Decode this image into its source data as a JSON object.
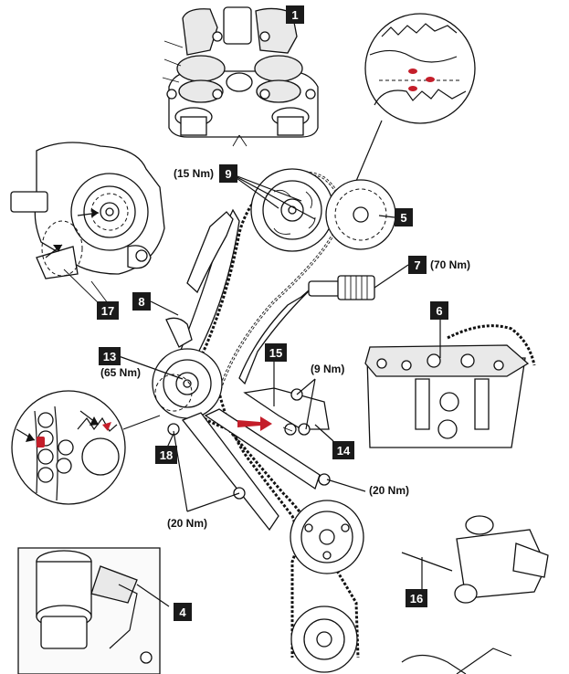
{
  "callouts": {
    "c1": "1",
    "c4": "4",
    "c5": "5",
    "c6": "6",
    "c7": "7",
    "c8": "8",
    "c9": "9",
    "c13": "13",
    "c14": "14",
    "c15": "15",
    "c16": "16",
    "c17": "17",
    "c18": "18"
  },
  "torques": {
    "t9": "(15 Nm)",
    "t7": "(70 Nm)",
    "t13": "(65 Nm)",
    "t15": "(9 Nm)",
    "t_right": "(20 Nm)",
    "t_left": "(20 Nm)"
  },
  "colors": {
    "marking": "#c41e2a",
    "line": "#111111",
    "label_box": "#1a1a1a"
  }
}
